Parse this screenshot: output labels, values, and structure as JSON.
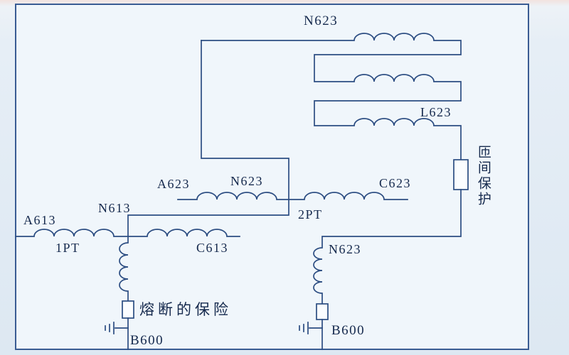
{
  "diagram": {
    "kind": "PT secondary wiring schematic (scanned textbook figure)",
    "labels": {
      "winding_n623_top": "N623",
      "winding_l623": "L623",
      "interturn_protection": "匝间保护",
      "pt2_a623": "A623",
      "pt2_n623": "N623",
      "pt2_c623": "C623",
      "pt2_name": "2PT",
      "pt1_n613": "N613",
      "pt1_a613": "A613",
      "pt1_name": "1PT",
      "pt1_c613": "C613",
      "branch_n623": "N623",
      "fuse_caption": "熔断的保险",
      "b600_left": "B600",
      "b600_right": "B600"
    },
    "colors": {
      "wire": "#2c4d82",
      "ink": "#15294d",
      "frame": "#3a5c93",
      "paper": "#f0f6fb",
      "margin": "#e3ecf5"
    }
  }
}
